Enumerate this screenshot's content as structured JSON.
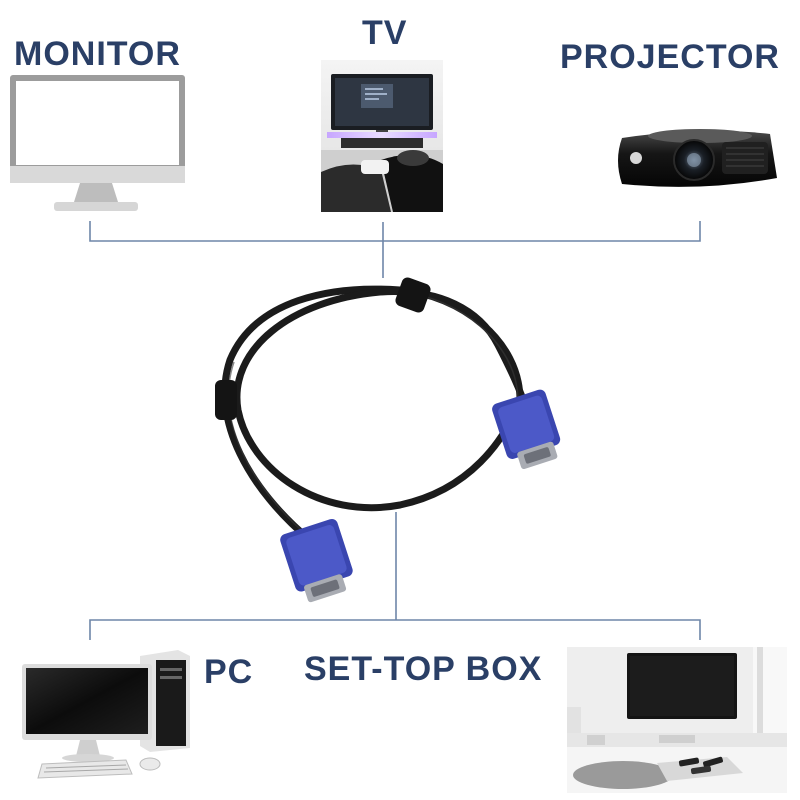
{
  "labels": {
    "monitor": "MONITOR",
    "tv": "TV",
    "projector": "PROJECTOR",
    "pc": "PC",
    "set_top_box": "SET-TOP BOX"
  },
  "colors": {
    "label_text": "#2a3f66",
    "connector_line": "#6e86a8",
    "cable": "#1b1b1b",
    "vga_plug": "#3a46b0",
    "vga_metal": "#a9acb3"
  }
}
